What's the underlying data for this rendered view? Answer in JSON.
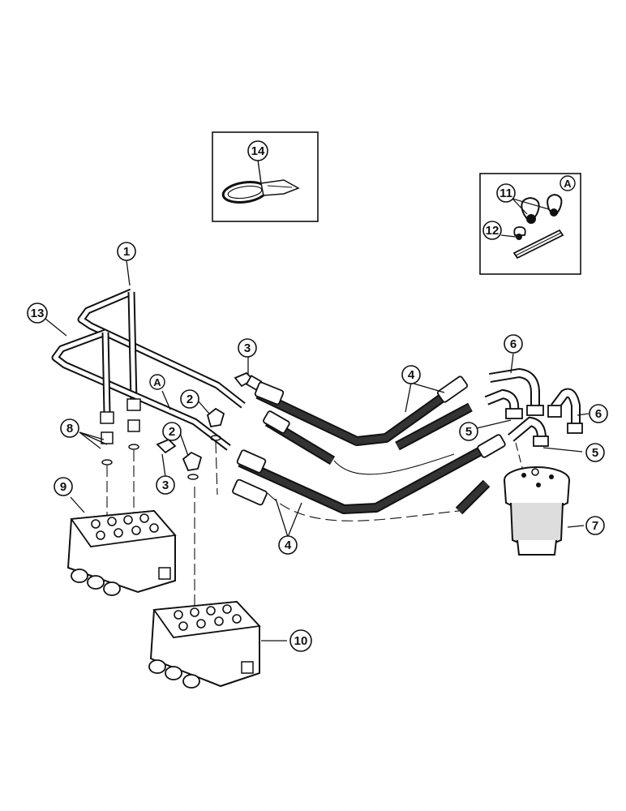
{
  "diagram": {
    "callouts": {
      "c1": "1",
      "c2a": "2",
      "c2b": "2",
      "c3a": "3",
      "c3b": "3",
      "c4a": "4",
      "c4b": "4",
      "c5a": "5",
      "c5b": "5",
      "c6a": "6",
      "c6b": "6",
      "c7": "7",
      "c8": "8",
      "c9": "9",
      "c10": "10",
      "c11": "11",
      "c12": "12",
      "c13": "13",
      "c14": "14",
      "cA_main": "A",
      "cA_inset": "A"
    }
  }
}
